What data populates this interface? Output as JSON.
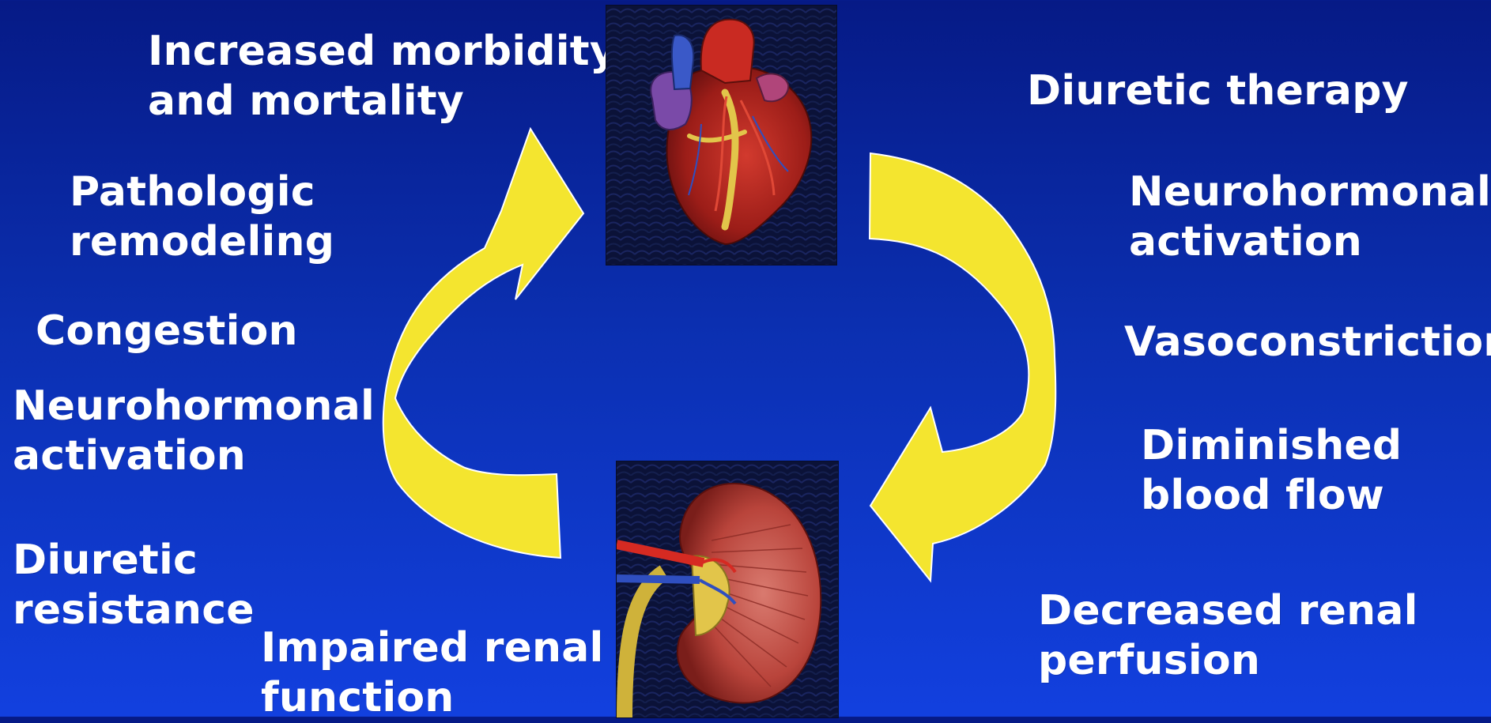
{
  "left_labels": [
    {
      "name": "label-increased-morbidity",
      "text": "Increased morbidity\nand mortality"
    },
    {
      "name": "label-pathologic-remodeling",
      "text": "Pathologic\nremodeling"
    },
    {
      "name": "label-congestion",
      "text": "Congestion"
    },
    {
      "name": "label-neurohormonal-left",
      "text": "Neurohormonal\nactivation"
    },
    {
      "name": "label-diuretic-resistance",
      "text": "Diuretic\nresistance"
    },
    {
      "name": "label-impaired-renal",
      "text": "Impaired renal\nfunction"
    }
  ],
  "right_labels": [
    {
      "name": "label-diuretic-therapy",
      "text": "Diuretic therapy"
    },
    {
      "name": "label-neurohormonal-right",
      "text": "Neurohormonal\nactivation"
    },
    {
      "name": "label-vasoconstriction",
      "text": "Vasoconstriction"
    },
    {
      "name": "label-diminished-blood-flow",
      "text": "Diminished\nblood flow"
    },
    {
      "name": "label-decreased-renal-perfusion",
      "text": "Decreased renal\nperfusion"
    }
  ],
  "images": {
    "heart": "heart-illustration",
    "kidney": "kidney-illustration"
  },
  "colors": {
    "background_top": "#061a86",
    "background_bottom": "#1240df",
    "arrow_fill": "#f4e52f",
    "text": "#ffffff"
  }
}
